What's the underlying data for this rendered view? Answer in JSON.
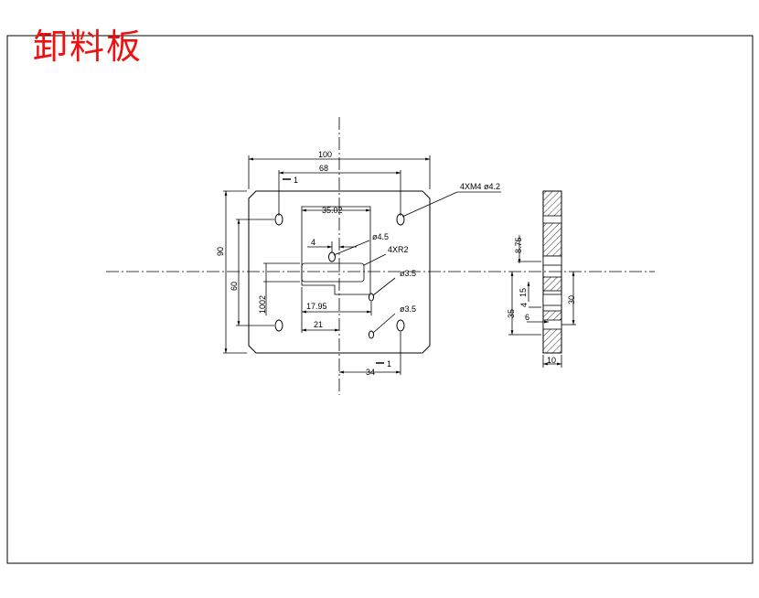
{
  "title": "卸料板",
  "front_view": {
    "dim_100": "100",
    "dim_68": "68",
    "dim_90": "90",
    "dim_60": "60",
    "dim_1002": "1002",
    "dim_3502": "35.02",
    "dim_4": "4",
    "dim_1795": "17.95",
    "dim_21": "21",
    "dim_34": "34",
    "mark_top": "1",
    "mark_bottom": "1",
    "callout_screw": "4XM4 ø4.2",
    "callout_hole45": "ø4.5",
    "callout_radius": "4XR2",
    "callout_hole35a": "ø3.5",
    "callout_hole35b": "ø3.5"
  },
  "side_view": {
    "dim_875": "8.75",
    "dim_15": "15",
    "dim_4": "4",
    "dim_35": "35",
    "dim_6": "6",
    "dim_30": "30",
    "dim_10": "10"
  }
}
